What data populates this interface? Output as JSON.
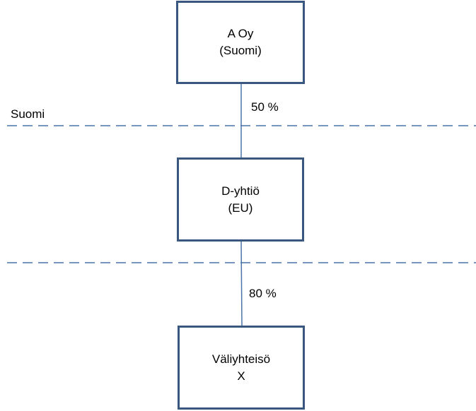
{
  "diagram": {
    "entities": [
      {
        "id": "a",
        "name": "A Oy",
        "location": "(Suomi)"
      },
      {
        "id": "d",
        "name": "D-yhtiö",
        "location": "(EU)"
      },
      {
        "id": "x",
        "name": "Väliyhteisö",
        "location": "X"
      }
    ],
    "ownership": [
      {
        "from": "a",
        "to": "d",
        "share": "50 %"
      },
      {
        "from": "d",
        "to": "x",
        "share": "80 %"
      }
    ],
    "country_label": "Suomi",
    "colors": {
      "box_border": "#3a5780",
      "connector": "#4a74a8",
      "dashed_line": "#4a74a8"
    }
  }
}
